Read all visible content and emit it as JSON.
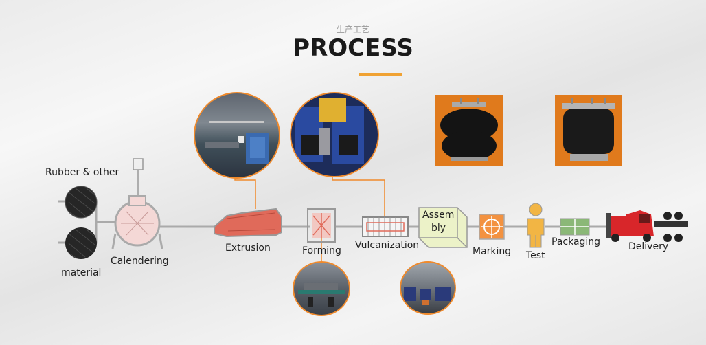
{
  "header": {
    "subtitle": "生产工艺",
    "title": "PROCESS",
    "accent_color": "#f0a233"
  },
  "stages": {
    "raw_material_top": "Rubber & other",
    "raw_material_bottom": "material",
    "calendering": "Calendering",
    "extrusion": "Extrusion",
    "forming": "Forming",
    "vulcanization": "Vulcanization",
    "assembly_line1": "Assem",
    "assembly_line2": "bly",
    "marking": "Marking",
    "test": "Test",
    "packaging": "Packaging",
    "delivery": "Delivery"
  },
  "colors": {
    "connector_orange": "#f08a2c",
    "machine_red": "#e06a5a",
    "packaging_green": "#8bb877",
    "assembly_yellow": "#ecf2c8",
    "truck_red": "#d8262a"
  }
}
